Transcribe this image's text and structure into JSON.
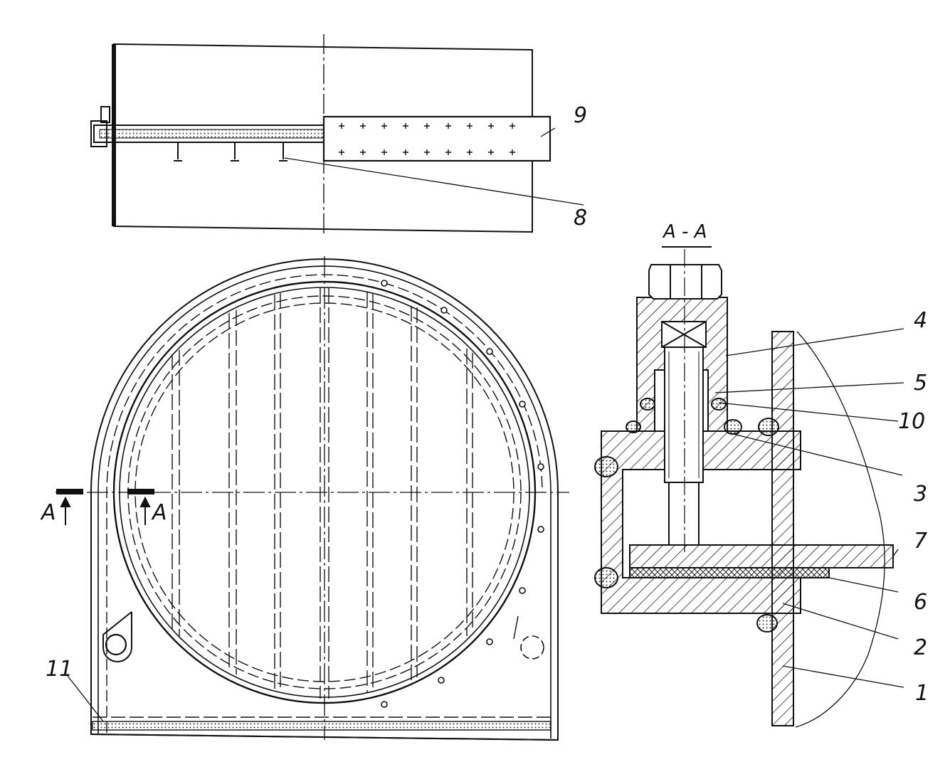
{
  "section_title": "A - A",
  "section_markers": {
    "left": "A",
    "right": "A"
  },
  "callouts": [
    {
      "id": "c1",
      "text": "1"
    },
    {
      "id": "c2",
      "text": "2"
    },
    {
      "id": "c3",
      "text": "3"
    },
    {
      "id": "c4",
      "text": "4"
    },
    {
      "id": "c5",
      "text": "5"
    },
    {
      "id": "c6",
      "text": "6"
    },
    {
      "id": "c7",
      "text": "7"
    },
    {
      "id": "c8",
      "text": "8"
    },
    {
      "id": "c9",
      "text": "9"
    },
    {
      "id": "c10",
      "text": "10"
    },
    {
      "id": "c11",
      "text": "11"
    }
  ],
  "colors": {
    "ink": "#111111",
    "hatch": "#222222",
    "paper": "#ffffff"
  }
}
